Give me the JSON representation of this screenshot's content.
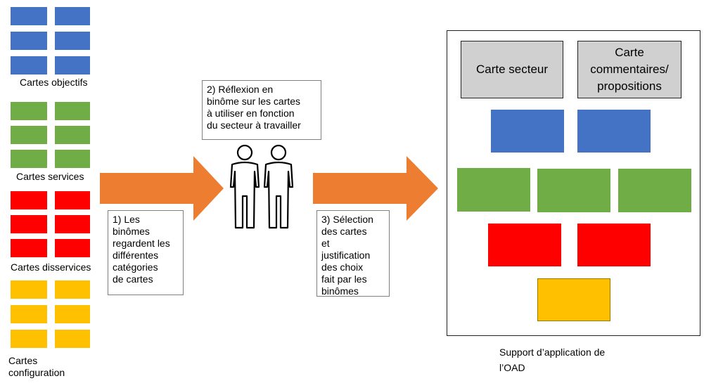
{
  "left_groups": {
    "objectifs_label": "Cartes objectifs",
    "services_label": "Cartes services",
    "disservices_label": "Cartes disservices",
    "configuration_label": "Cartes\nconfiguration"
  },
  "steps": {
    "step1": "1) Les\nbinômes\nregardent les\ndifférentes\ncatégories\nde cartes",
    "step2": "2) Réflexion en\nbinôme sur les cartes\nà utiliser en fonction\ndu secteur à travailler",
    "step3": "3) Sélection\ndes cartes\net\njustification\ndes choix\nfait par les\nbinômes"
  },
  "support": {
    "carte_secteur": "Carte secteur",
    "carte_commentaires": "Carte\ncommentaires/\npropositions",
    "caption": "Support d’application de\nl’OAD"
  },
  "colors": {
    "blue": "#4472C4",
    "green": "#70AD47",
    "red": "#FF0000",
    "yellow": "#FFC000",
    "arrow": "#ED7D31",
    "gray": "#D0D0D0"
  },
  "icons": {
    "people": "two-people-icon"
  }
}
